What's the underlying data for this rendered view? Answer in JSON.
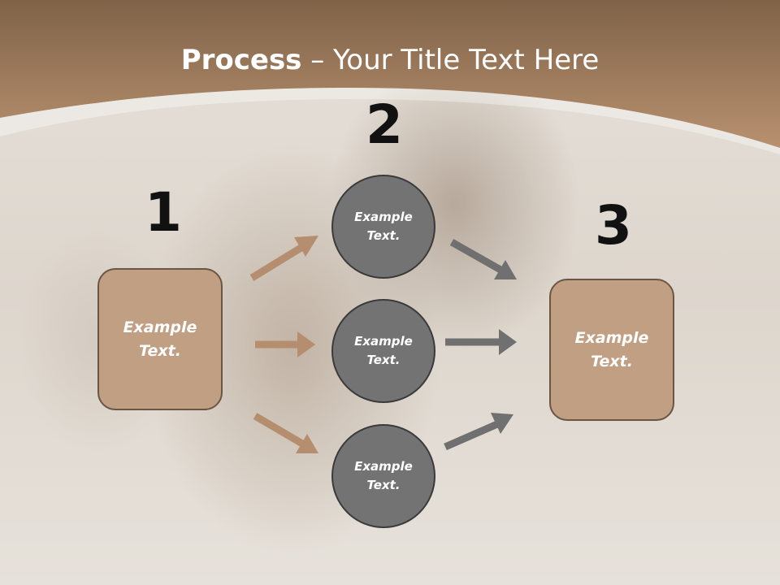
{
  "title": {
    "bold": "Process",
    "rest": " – Your Title Text Here"
  },
  "steps": {
    "n1": "1",
    "n2": "2",
    "n3": "3"
  },
  "left_box": {
    "label": "Example\nText."
  },
  "right_box": {
    "label": "Example\nText."
  },
  "circles": [
    {
      "label": "Example\nText."
    },
    {
      "label": "Example\nText."
    },
    {
      "label": "Example\nText."
    }
  ],
  "colors": {
    "header": "#a98263",
    "box_fill": "#c19f82",
    "circle_fill": "#737373",
    "arrow_tan": "#b48e6e",
    "arrow_gray": "#707070"
  }
}
